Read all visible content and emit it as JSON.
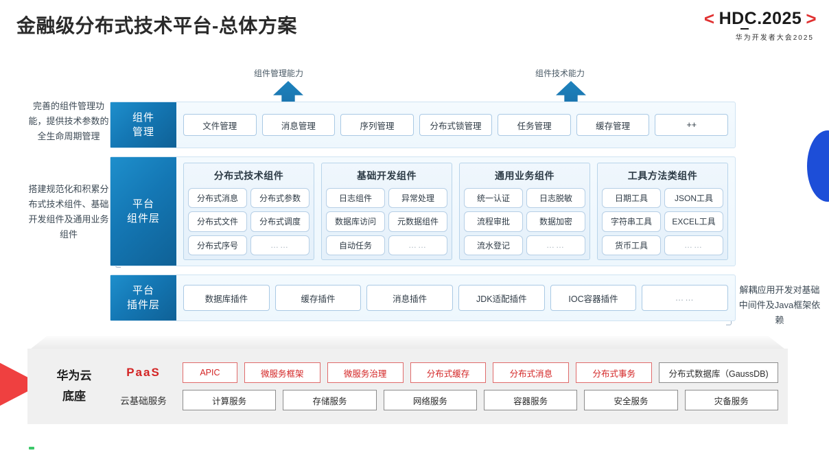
{
  "header": {
    "title": "金融级分布式技术平台-总体方案",
    "logo_prefix": "<",
    "logo_main": "HDC.2025",
    "logo_suffix": ">",
    "logo_sub": "华为开发者大会2025",
    "accent_red": "#e03131"
  },
  "capabilities": [
    {
      "label": "组件管理能力"
    },
    {
      "label": "组件技术能力"
    }
  ],
  "notes": {
    "left_top": "完善的组件管理功能，提供技术参数的全生命周期管理",
    "left_bottom": "搭建规范化和积累分布式技术组件、基础开发组件及通用业务组件",
    "right": "解耦应用开发对基础中间件及Java框架依赖"
  },
  "layers": {
    "management": {
      "label_line1": "组件",
      "label_line2": "管理",
      "items": [
        "文件管理",
        "消息管理",
        "序列管理",
        "分布式锁管理",
        "任务管理",
        "缓存管理",
        "++"
      ]
    },
    "component": {
      "label_line1": "平台",
      "label_line2": "组件层",
      "groups": [
        {
          "title": "分布式技术组件",
          "cells": [
            "分布式消息",
            "分布式参数",
            "分布式文件",
            "分布式调度",
            "分布式序号",
            "……"
          ]
        },
        {
          "title": "基础开发组件",
          "cells": [
            "日志组件",
            "异常处理",
            "数据库访问",
            "元数据组件",
            "自动任务",
            "……"
          ]
        },
        {
          "title": "通用业务组件",
          "cells": [
            "统一认证",
            "日志脱敏",
            "流程审批",
            "数据加密",
            "流水登记",
            "……"
          ]
        },
        {
          "title": "工具方法类组件",
          "cells": [
            "日期工具",
            "JSON工具",
            "字符串工具",
            "EXCEL工具",
            "货币工具",
            "……"
          ]
        }
      ]
    },
    "plugin": {
      "label_line1": "平台",
      "label_line2": "插件层",
      "items": [
        "数据库插件",
        "缓存插件",
        "消息插件",
        "JDK适配插件",
        "IOC容器插件",
        "……"
      ]
    }
  },
  "cloud_base": {
    "title_line1": "华为云",
    "title_line2": "底座",
    "paas_label": "PaaS",
    "basic_label": "云基础服务",
    "paas_items": [
      {
        "label": "APIC",
        "style": "red",
        "flex": 0.68
      },
      {
        "label": "微服务框架",
        "style": "red",
        "flex": 1
      },
      {
        "label": "微服务治理",
        "style": "red",
        "flex": 1
      },
      {
        "label": "分布式缓存",
        "style": "red",
        "flex": 1
      },
      {
        "label": "分布式消息",
        "style": "red",
        "flex": 1
      },
      {
        "label": "分布式事务",
        "style": "red",
        "flex": 1
      },
      {
        "label": "分布式数据库（GaussDB)",
        "style": "gray",
        "flex": 1.65
      }
    ],
    "basic_items": [
      {
        "label": "计算服务",
        "style": "gray",
        "flex": 1
      },
      {
        "label": "存储服务",
        "style": "gray",
        "flex": 1
      },
      {
        "label": "网络服务",
        "style": "gray",
        "flex": 1
      },
      {
        "label": "容器服务",
        "style": "gray",
        "flex": 1
      },
      {
        "label": "安全服务",
        "style": "gray",
        "flex": 1
      },
      {
        "label": "灾备服务",
        "style": "gray",
        "flex": 1
      }
    ]
  }
}
